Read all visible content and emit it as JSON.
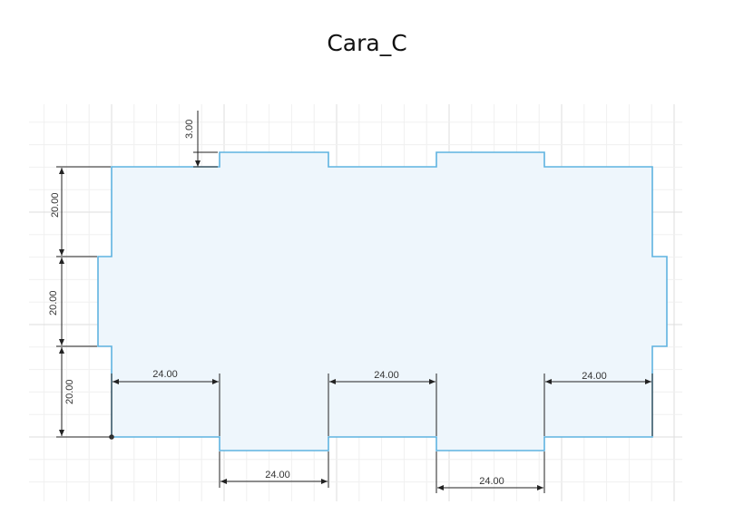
{
  "title": "Cara_C",
  "colors": {
    "outline": "#5fb3e0",
    "fill": "#eef6fc",
    "grid_minor": "#f0f0f0",
    "grid_major": "#dddddd",
    "dimension": "#222222",
    "background": "#ffffff"
  },
  "dimensions": {
    "tab_height": "3.00",
    "left_top": "20.00",
    "left_middle": "20.00",
    "left_bottom": "20.00",
    "notch_left": "24.00",
    "notch_middle": "24.00",
    "notch_right": "24.00",
    "tab_bottom_left": "24.00",
    "tab_bottom_right": "24.00"
  }
}
